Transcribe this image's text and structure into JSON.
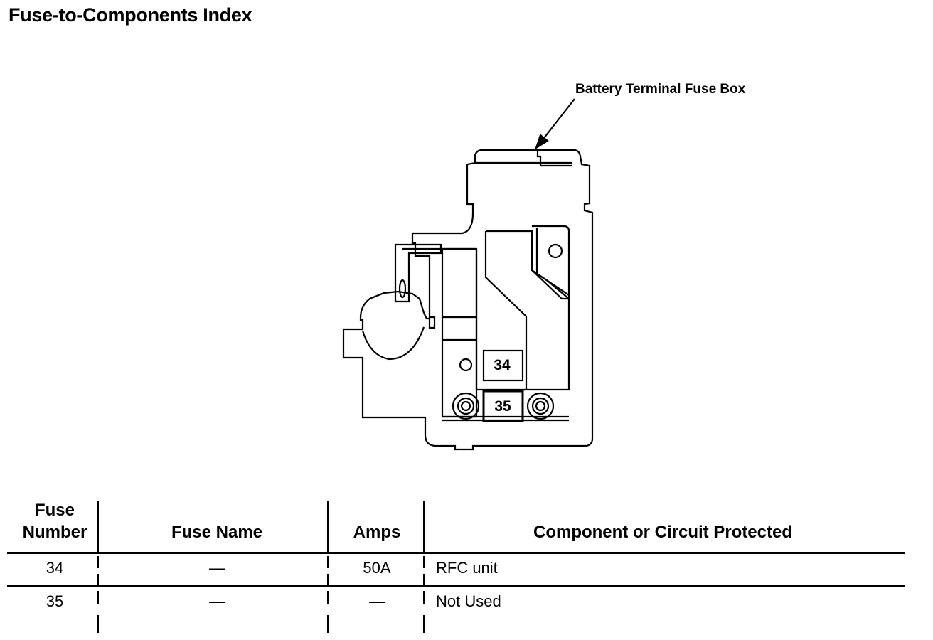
{
  "title": "Fuse-to-Components Index",
  "diagram": {
    "callout_label": "Battery Terminal Fuse Box",
    "fuse_labels": [
      "34",
      "35"
    ]
  },
  "table": {
    "headers": {
      "fuse_number": "Fuse\nNumber",
      "fuse_name": "Fuse Name",
      "amps": "Amps",
      "component": "Component or Circuit Protected"
    },
    "rows": [
      {
        "number": "34",
        "name": "—",
        "amps": "50A",
        "component": "RFC unit"
      },
      {
        "number": "35",
        "name": "—",
        "amps": "—",
        "component": "Not Used"
      }
    ]
  }
}
